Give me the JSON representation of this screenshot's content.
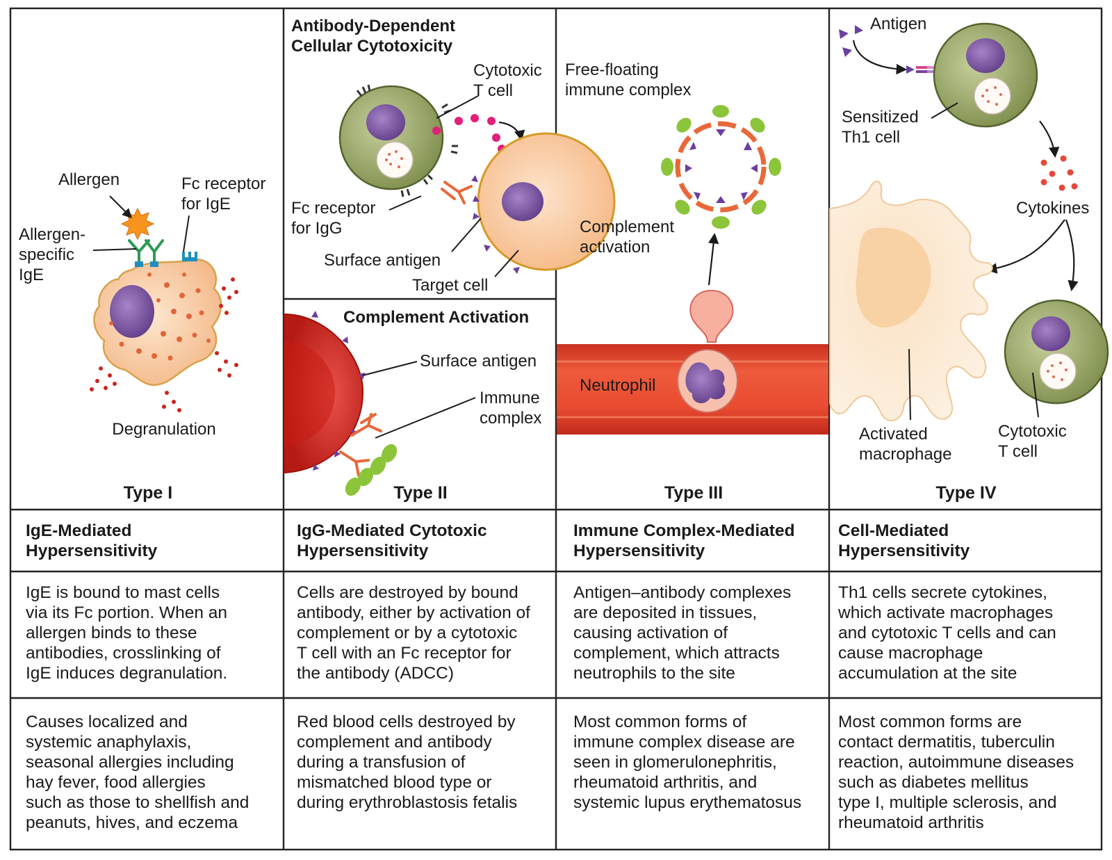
{
  "panels": {
    "type1": {
      "title": "Type I",
      "labels": {
        "allergen": "Allergen",
        "fc_receptor_l1": "Fc receptor",
        "fc_receptor_l2": "for IgE",
        "ige_l1": "Allergen-",
        "ige_l2": "specific",
        "ige_l3": "IgE",
        "degranulation": "Degranulation"
      }
    },
    "type2": {
      "title": "Type II",
      "adcc_title_l1": "Antibody-Dependent",
      "adcc_title_l2": "Cellular Cytotoxicity",
      "complement_title": "Complement Activation",
      "labels": {
        "cytotoxic_l1": "Cytotoxic",
        "cytotoxic_l2": "T cell",
        "fc_igg_l1": "Fc receptor",
        "fc_igg_l2": "for IgG",
        "surface_antigen": "Surface antigen",
        "target_cell": "Target cell",
        "surface_antigen_2": "Surface antigen",
        "immune_l1": "Immune",
        "immune_l2": "complex"
      }
    },
    "type3": {
      "title": "Type III",
      "labels": {
        "free_l1": "Free-floating",
        "free_l2": "immune complex",
        "complement_l1": "Complement",
        "complement_l2": "activation",
        "neutrophil": "Neutrophil"
      }
    },
    "type4": {
      "title": "Type IV",
      "labels": {
        "antigen": "Antigen",
        "sensitized_l1": "Sensitized",
        "sensitized_l2": "Th1 cell",
        "cytokines": "Cytokines",
        "macrophage_l1": "Activated",
        "macrophage_l2": "macrophage",
        "cytotoxic_l1": "Cytotoxic",
        "cytotoxic_l2": "T cell"
      }
    }
  },
  "table": {
    "names": [
      [
        "IgE-Mediated",
        "Hypersensitivity"
      ],
      [
        "IgG-Mediated Cytotoxic",
        "Hypersensitivity"
      ],
      [
        "Immune Complex-Mediated",
        "Hypersensitivity"
      ],
      [
        "Cell-Mediated",
        "Hypersensitivity"
      ]
    ],
    "mechanisms": [
      [
        "IgE is bound to mast cells",
        "via its Fc portion. When an",
        "allergen binds to these",
        "antibodies, crosslinking of",
        "IgE induces degranulation."
      ],
      [
        "Cells are destroyed by bound",
        "antibody, either by activation of",
        "complement or by a cytotoxic",
        "T cell with an Fc receptor for",
        "the antibody (ADCC)"
      ],
      [
        "Antigen–antibody complexes",
        "are deposited in tissues,",
        "causing activation of",
        "complement, which attracts",
        "neutrophils to the site"
      ],
      [
        "Th1 cells secrete cytokines,",
        "which activate macrophages",
        "and cytotoxic T cells and can",
        "cause macrophage",
        "accumulation at the site"
      ]
    ],
    "examples": [
      [
        "Causes localized and",
        "systemic anaphylaxis,",
        "seasonal allergies including",
        "hay fever, food allergies",
        "such as those to shellfish and",
        "peanuts, hives, and eczema"
      ],
      [
        "Red blood cells destroyed by",
        "complement and antibody",
        "during a transfusion of",
        "mismatched blood type or",
        "during erythroblastosis fetalis"
      ],
      [
        "Most common forms of",
        "immune complex disease are",
        "seen in glomerulonephritis,",
        "rheumatoid arthritis, and",
        "systemic lupus erythematosus"
      ],
      [
        "Most common forms are",
        "contact dermatitis, tuberculin",
        "reaction, autoimmune diseases",
        "such as diabetes mellitus",
        "type I, multiple sclerosis, and",
        "rheumatoid arthritis"
      ]
    ]
  },
  "colors": {
    "grid": "#222222",
    "mast_cell": "#f7c9a0",
    "nucleus": "#7b4fa0",
    "t_cell": "#9aa86a",
    "antibody_orange": "#e8683a",
    "antibody_green": "#3a9a5a",
    "complement_green": "#8cc43a",
    "rbc_red": "#d8291c",
    "allergen": "#f7941d"
  }
}
